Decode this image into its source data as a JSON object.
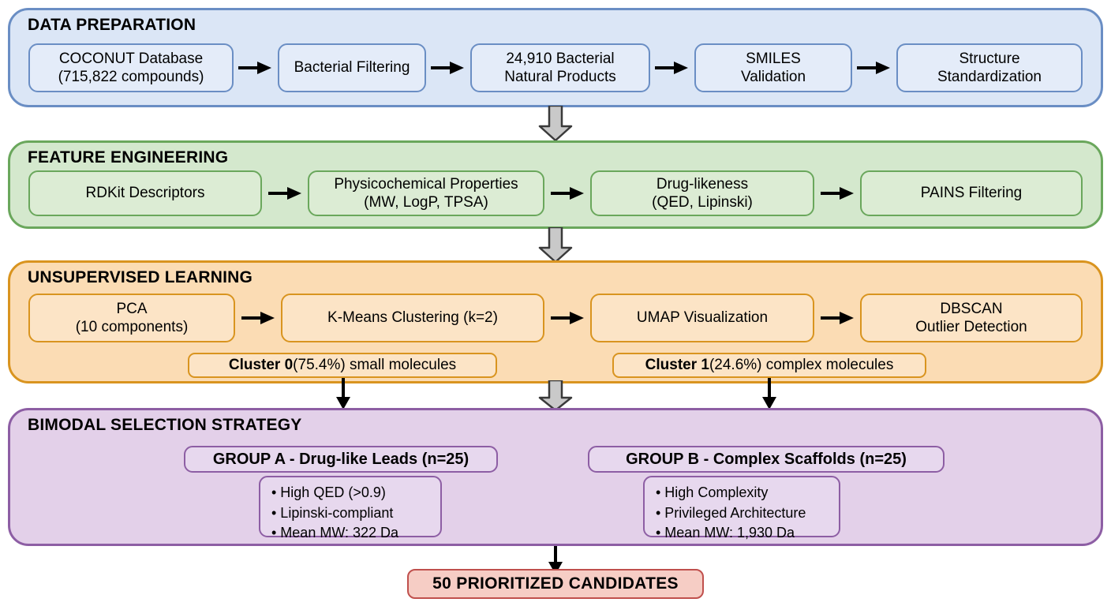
{
  "sections": [
    {
      "id": "data-preparation",
      "title": "DATA PREPARATION",
      "color": "#6a8ec4",
      "fill": "#dbe6f6",
      "nodes": [
        {
          "line1": "COCONUT Database",
          "line2": "(715,822 compounds)"
        },
        {
          "line1": "Bacterial Filtering",
          "line2": ""
        },
        {
          "line1": "24,910 Bacterial",
          "line2": "Natural Products"
        },
        {
          "line1": "SMILES",
          "line2": "Validation"
        },
        {
          "line1": "Structure",
          "line2": "Standardization"
        }
      ]
    },
    {
      "id": "feature-engineering",
      "title": "FEATURE ENGINEERING",
      "color": "#6aa75c",
      "fill": "#d4e8cd",
      "nodes": [
        {
          "line1": "RDKit Descriptors",
          "line2": ""
        },
        {
          "line1": "Physicochemical Properties",
          "line2": "(MW, LogP, TPSA)"
        },
        {
          "line1": "Drug-likeness",
          "line2": "(QED, Lipinski)"
        },
        {
          "line1": "PAINS Filtering",
          "line2": ""
        }
      ]
    },
    {
      "id": "unsupervised-learning",
      "title": "UNSUPERVISED LEARNING",
      "color": "#d9941f",
      "fill": "#fbdcb4",
      "nodes": [
        {
          "line1": "PCA",
          "line2": "(10 components)"
        },
        {
          "line1": "K-Means Clustering (k=2)",
          "line2": ""
        },
        {
          "line1": "UMAP Visualization",
          "line2": ""
        },
        {
          "line1": "DBSCAN",
          "line2": "Outlier Detection"
        }
      ],
      "clusters": [
        {
          "bold": "Cluster 0",
          "rest": " (75.4%) small molecules"
        },
        {
          "bold": "Cluster 1",
          "rest": " (24.6%) complex molecules"
        }
      ]
    },
    {
      "id": "bimodal-selection-strategy",
      "title": "BIMODAL SELECTION STRATEGY",
      "color": "#8d5ea4",
      "fill": "#e3d0e9",
      "groups": [
        {
          "header": "GROUP A - Drug-like Leads (n=25)",
          "bullets": [
            "• High QED (>0.9)",
            "• Lipinski-compliant",
            "• Mean MW: 322 Da"
          ]
        },
        {
          "header": "GROUP B - Complex Scaffolds (n=25)",
          "bullets": [
            "• High Complexity",
            "• Privileged Architecture",
            "• Mean MW: 1,930 Da"
          ]
        }
      ]
    }
  ],
  "final": {
    "label": "50 PRIORITIZED CANDIDATES",
    "fill": "#f6cdc5",
    "border": "#c0504d"
  },
  "connectors": {
    "block_arrow_fill": "#c9c9c9",
    "block_arrow_stroke": "#3a3a3a",
    "thin_arrow_color": "#000000"
  }
}
